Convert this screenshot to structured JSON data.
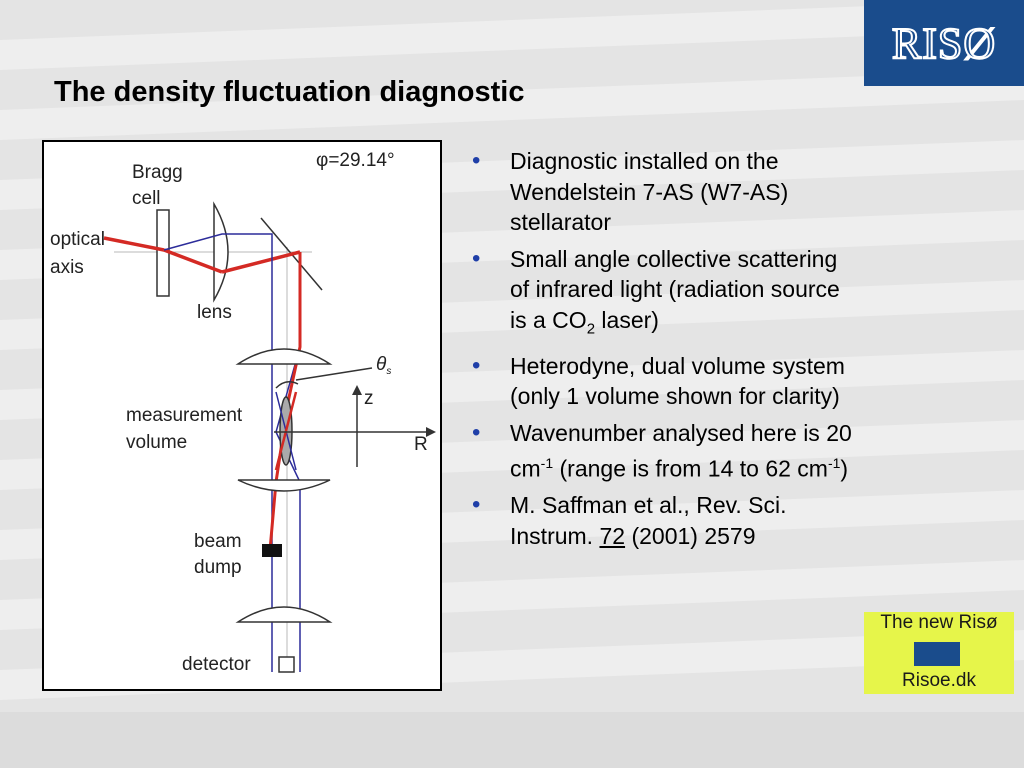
{
  "logo": {
    "text": "RISØ",
    "color": "#1a4c8c"
  },
  "title": "The density fluctuation diagnostic",
  "diagram": {
    "phi_label": "φ=29.14°",
    "labels": {
      "bragg_cell_1": "Bragg",
      "bragg_cell_2": "cell",
      "optical_axis_1": "optical",
      "optical_axis_2": "axis",
      "lens": "lens",
      "theta": "θ",
      "theta_sub": "s",
      "z": "z",
      "R": "R",
      "measurement_volume_1": "measurement",
      "measurement_volume_2": "volume",
      "beam_dump_1": "beam",
      "beam_dump_2": "dump",
      "detector": "detector"
    },
    "colors": {
      "beam_red": "#d42a24",
      "beam_blue": "#2c2c9a"
    }
  },
  "bullets": [
    {
      "pre": "Diagnostic installed on the Wendelstein 7-AS (W7-AS) stellarator"
    },
    {
      "pre": "Small angle collective scattering of infrared light (radiation source is a CO",
      "sub": "2",
      "post": " laser)"
    },
    {
      "pre": "Heterodyne, dual volume system (only 1 volume shown for clarity)"
    },
    {
      "pre": "Wavenumber analysed here is 20 cm",
      "sup": "-1",
      "post": " (range is from 14 to 62 cm",
      "sup2": "-1",
      "post2": ")"
    },
    {
      "pre": "M. Saffman et al., Rev. Sci. Instrum. ",
      "u": "72",
      "post": " (2001) 2579"
    }
  ],
  "new_riso": {
    "top": "The new Risø",
    "bottom": "Risoe.dk",
    "bg": "#e6f54a"
  }
}
